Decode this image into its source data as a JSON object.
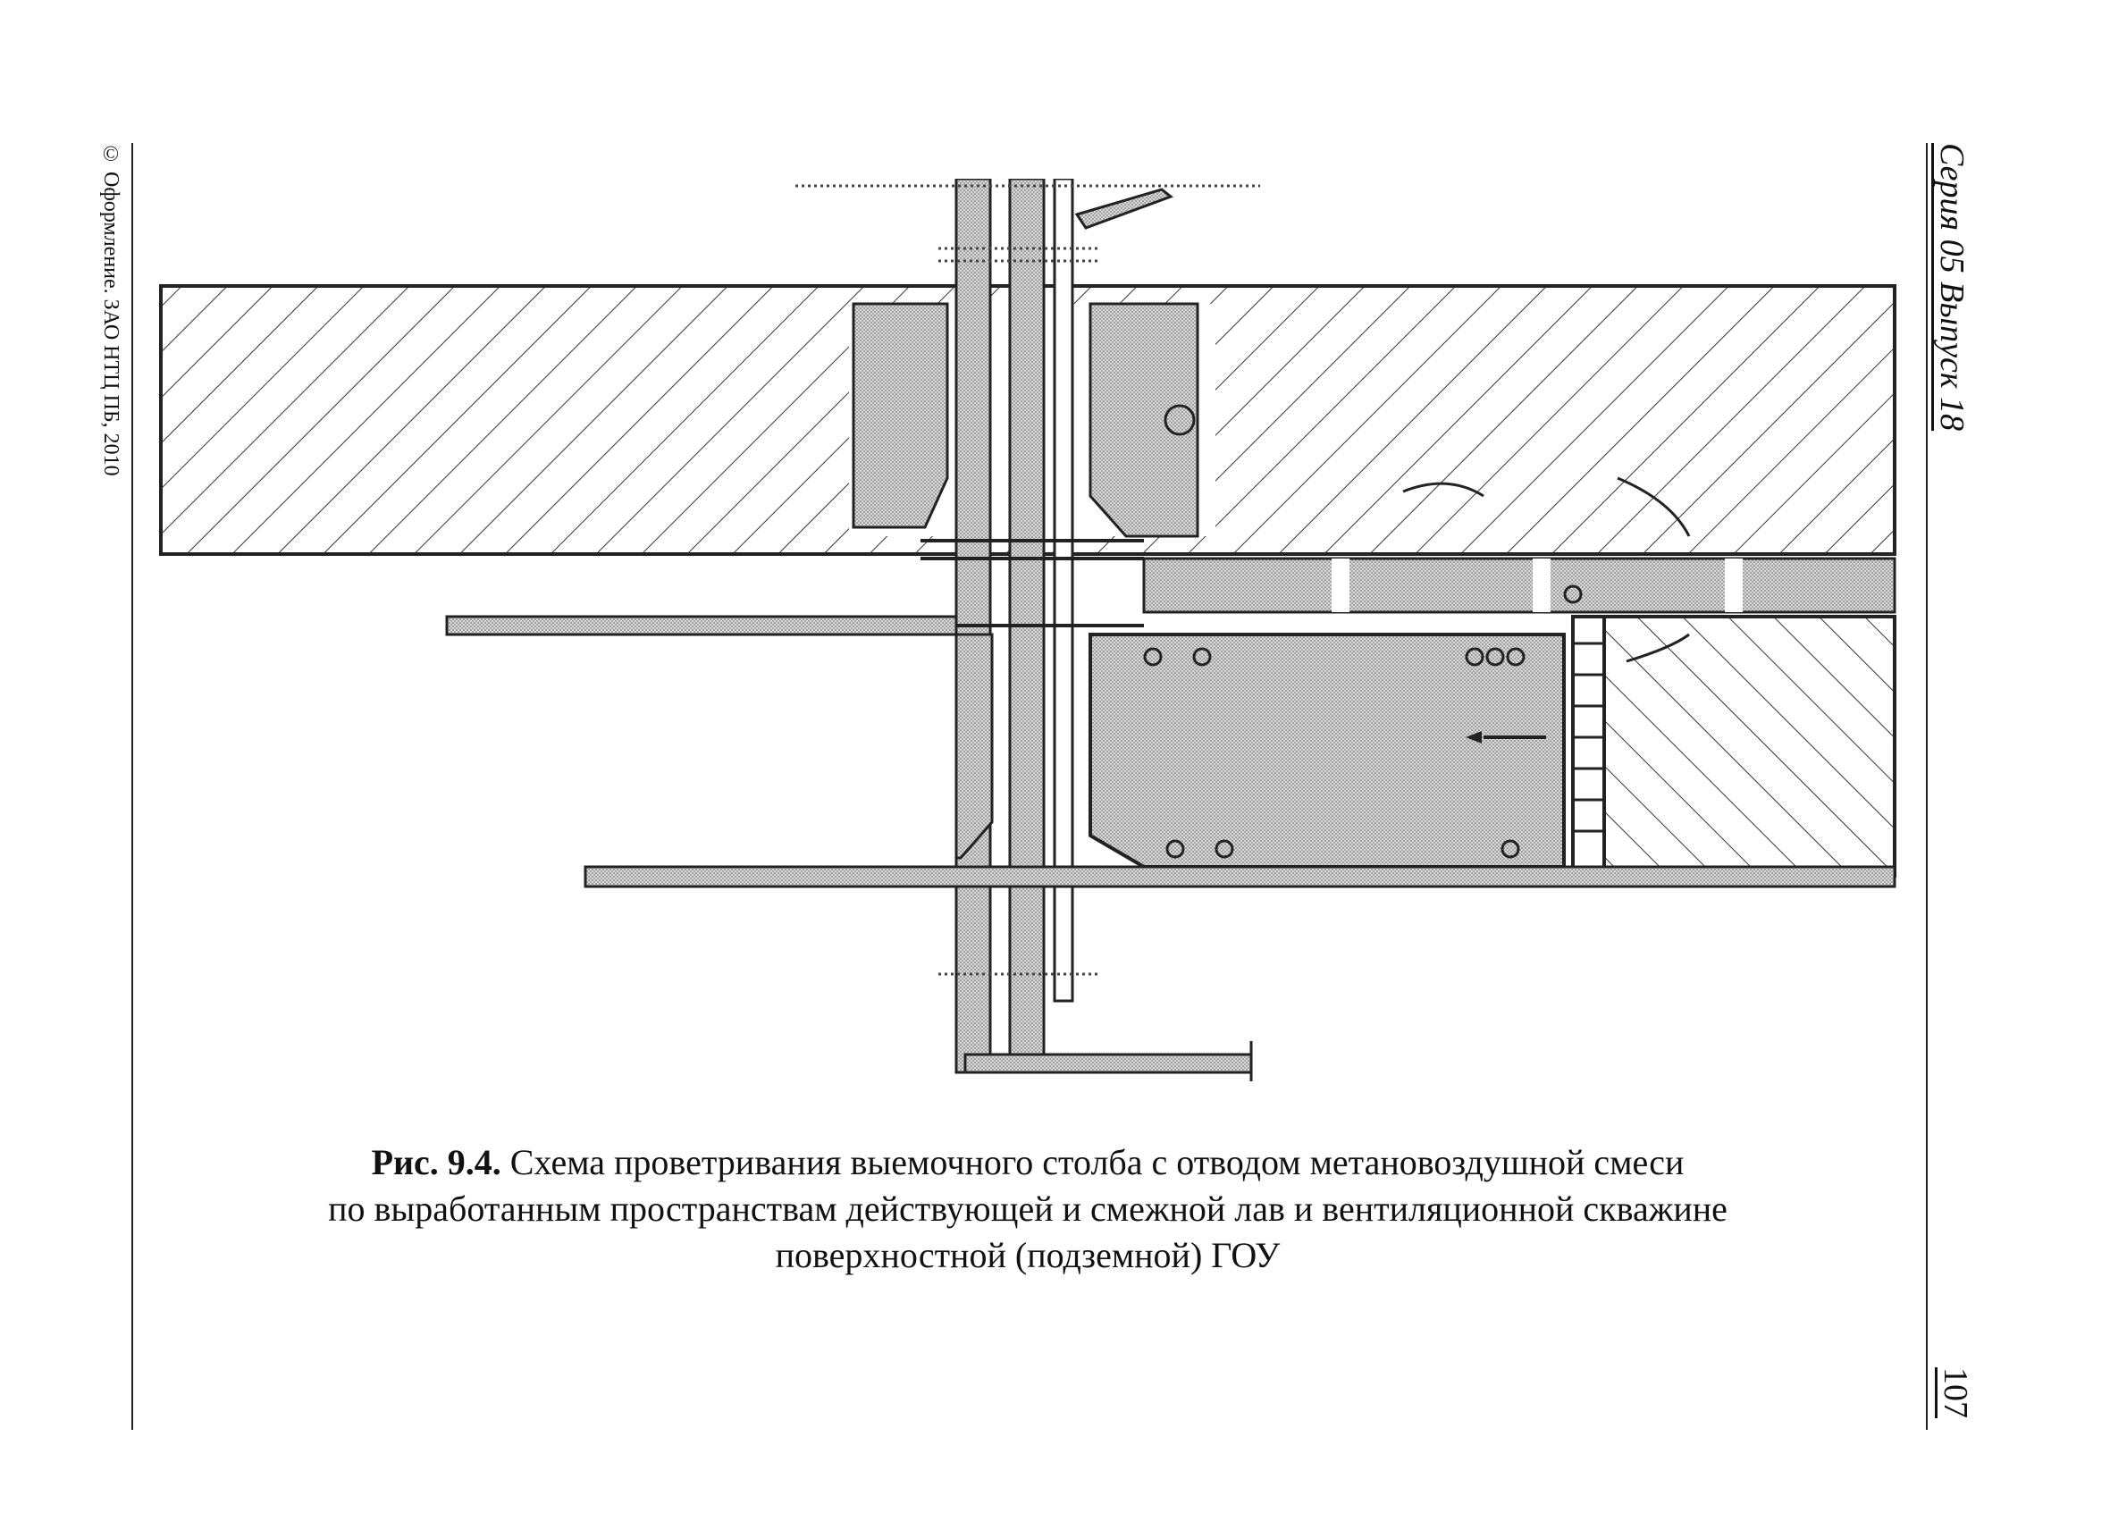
{
  "side_note": "© Оформление. ЗАО НТЦ ПБ, 2010",
  "series_header": "Серия 05 Выпуск 18",
  "page_number": "107",
  "caption": {
    "label": "Рис. 9.4.",
    "lines": [
      "Схема проветривания выемочного столба с отводом метановоздушной смеси",
      "по выработанным пространствам действующей и смежной лав и вентиляционной скважине",
      "поверхностной (подземной) ГОУ"
    ]
  },
  "colors": {
    "ink": "#222222",
    "fill_gray": "#bdbdbd",
    "hatch": "#333333",
    "paper": "#ffffff"
  }
}
